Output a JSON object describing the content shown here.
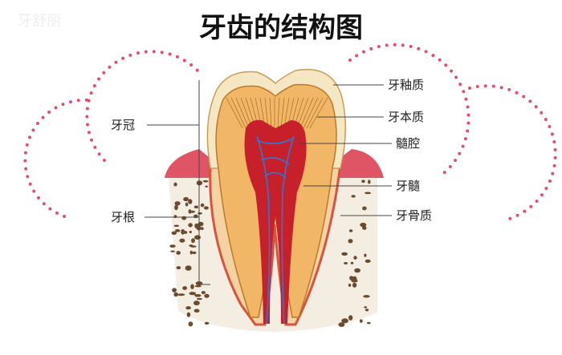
{
  "watermark": "牙舒丽",
  "title": "牙齿的结构图",
  "labels": {
    "enamel": "牙釉质",
    "dentin": "牙本质",
    "pulp_cavity": "髓腔",
    "pulp": "牙髓",
    "cementum": "牙骨质",
    "crown": "牙冠",
    "root": "牙根"
  },
  "colors": {
    "dotted_ring": "#e0506e",
    "enamel": "#f6e7c4",
    "dentin": "#f2b667",
    "pulp": "#c8202a",
    "gum": "#e05566",
    "bone_speckle": "#6b4a2e",
    "nerve": "#2a7ad6"
  }
}
